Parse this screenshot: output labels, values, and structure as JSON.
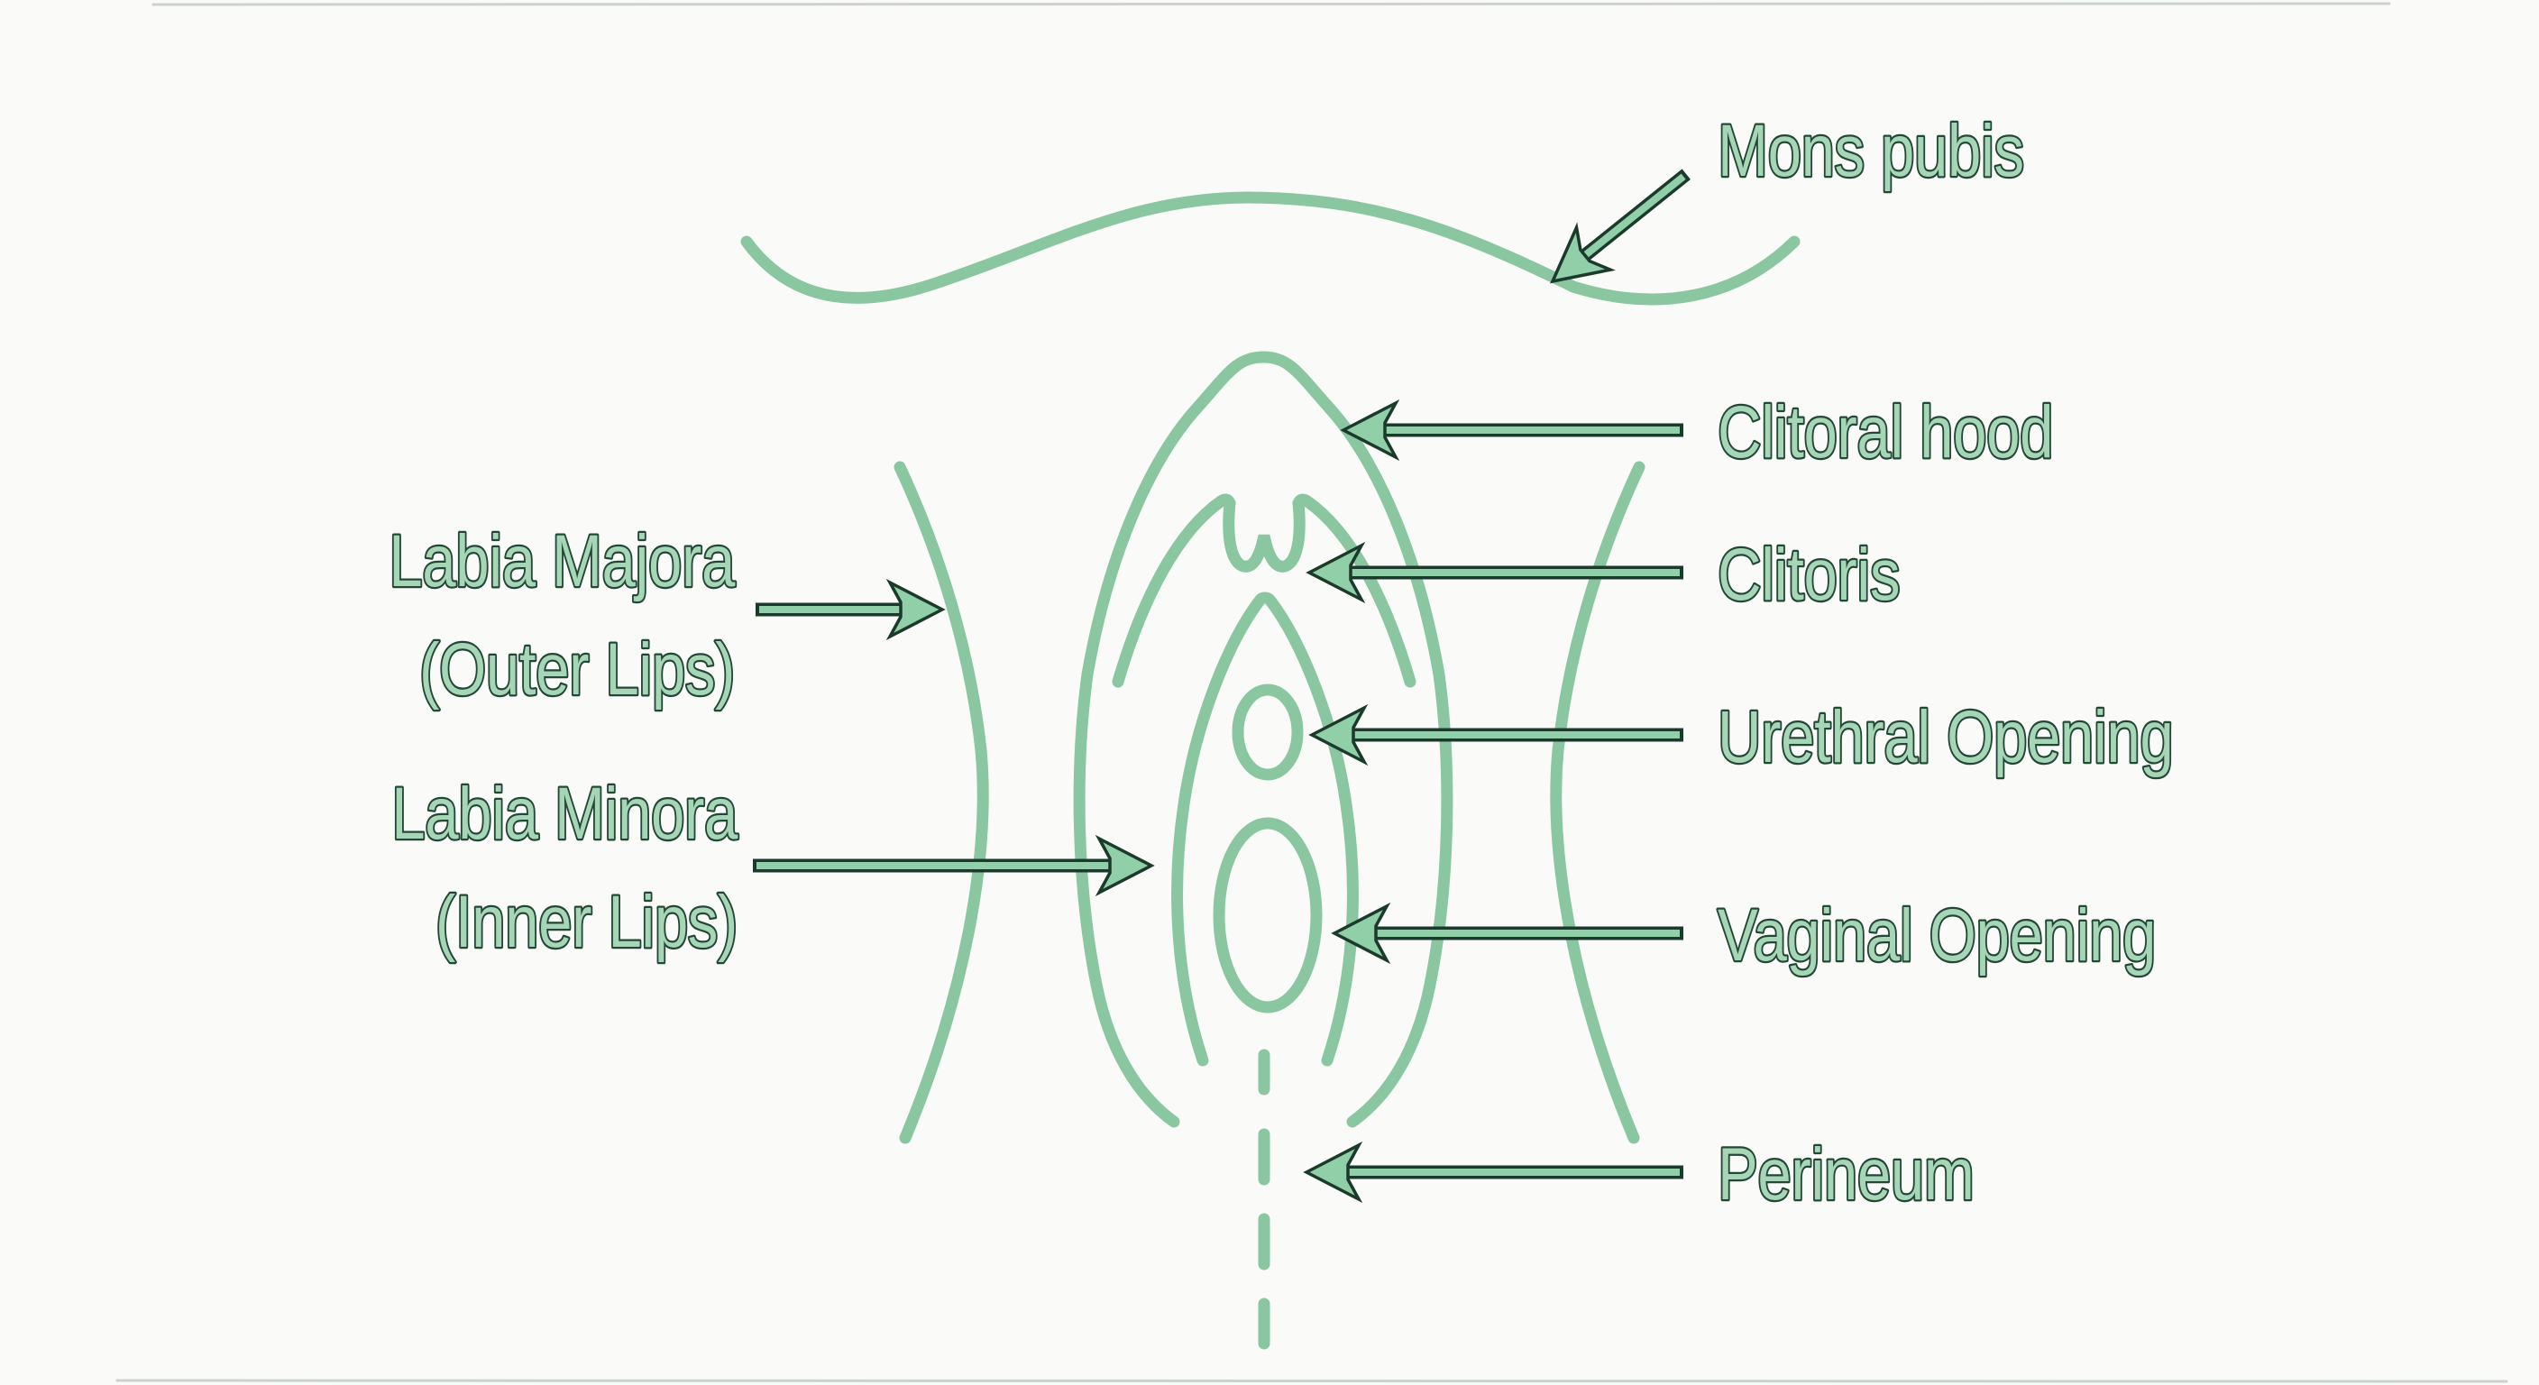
{
  "diagram": {
    "type": "anatomical-line-diagram",
    "subject": "Vulva (external female anatomy) labeled diagram",
    "labels": {
      "mons_pubis": "Mons pubis",
      "clitoral_hood": "Clitoral hood",
      "clitoris": "Clitoris",
      "urethral_opening": "Urethral Opening",
      "vaginal_opening": "Vaginal Opening",
      "perineum": "Perineum",
      "labia_majora_line1": "Labia Majora",
      "labia_majora_line2": "(Outer Lips)",
      "labia_minora_line1": "Labia Minora",
      "labia_minora_line2": "(Inner Lips)"
    },
    "colors": {
      "bg": "#fafbf9",
      "line": "#8ac7a0",
      "arrow-fill": "#90cfa8",
      "arrow-outline": "#1c3a2c",
      "label-fill": "#a6d6b5",
      "label-outline": "#234736"
    }
  }
}
